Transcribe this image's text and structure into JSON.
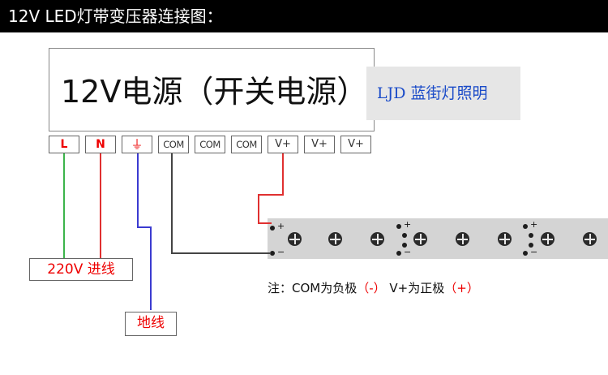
{
  "header": {
    "title": "12V LED灯带变压器连接图："
  },
  "power_supply": {
    "title": "12V电源（开关电源）"
  },
  "brand": {
    "text": "LJD 蓝街灯照明"
  },
  "terminals": [
    {
      "label": "L"
    },
    {
      "label": "N"
    },
    {
      "label": "⏚"
    },
    {
      "label": "COM"
    },
    {
      "label": "COM"
    },
    {
      "label": "COM"
    },
    {
      "label": "V+"
    },
    {
      "label": "V+"
    },
    {
      "label": "V+"
    }
  ],
  "labels": {
    "ac_input": "220V 进线",
    "ground": "地线"
  },
  "strip": {
    "plus": "+",
    "minus": "−"
  },
  "note": {
    "prefix": "注：COM为负极",
    "minus": "（-）",
    "middle": "  V+为正极",
    "plus": "（+）"
  },
  "colors": {
    "wire_l": "#3cb44b",
    "wire_n": "#e03030",
    "wire_ground": "#3b3bd0",
    "wire_com": "#444444",
    "wire_vplus": "#e03030",
    "brand_text": "#1a4bc8"
  }
}
